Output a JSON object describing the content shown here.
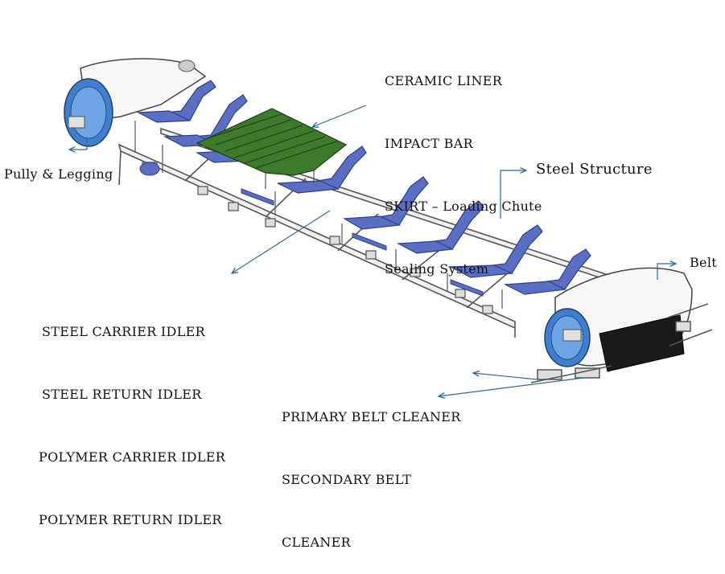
{
  "labels": {
    "top": [
      "CERAMIC LINER",
      "IMPACT BAR",
      "SKIRT – Loading Chute",
      "Sealing System"
    ],
    "pulley": "Pully & Legging",
    "structure": "Steel Structure",
    "belt": "Belt",
    "idlers": [
      "STEEL CARRIER IDLER",
      "STEEL RETURN IDLER",
      "POLYMER CARRIER IDLER",
      "POLYMER RETURN IDLER"
    ],
    "cleaners": [
      "PRIMARY BELT CLEANER",
      "SECONDARY BELT",
      "CLEANER"
    ]
  },
  "colors": {
    "roller": "#5a6fc4",
    "pulley": "#3f7fd0",
    "liner": "#3e7a2c",
    "arrow": "#2b6b9a",
    "frame": "#555555",
    "belt": "#f7f7f7",
    "cleaner": "#1a1a1a"
  }
}
